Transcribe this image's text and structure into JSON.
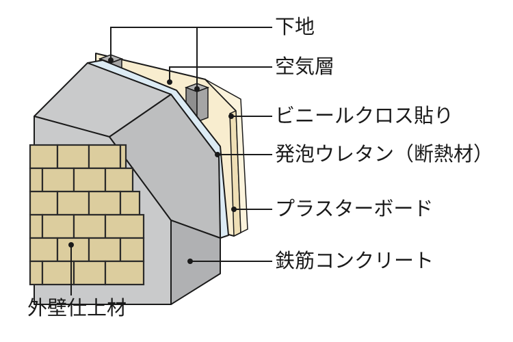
{
  "labels": {
    "base": "下地",
    "air_layer": "空気層",
    "vinyl_cloth": "ビニールクロス貼り",
    "urethane": "発泡ウレタン（断熱材）",
    "plaster_board": "プラスターボード",
    "concrete": "鉄筋コンクリート",
    "exterior_finish": "外壁仕上材"
  },
  "colors": {
    "concrete": "#c9cacb",
    "concrete_side": "#bdbebf",
    "concrete_dark": "#b0b1b3",
    "urethane": "#dcebf4",
    "board": "#f8edcf",
    "board_edge": "#efdfb5",
    "stud": "#9a9a9a",
    "brick": "#dccd9e",
    "mortar": "#2a2a2a",
    "line": "#1a1a1a"
  }
}
